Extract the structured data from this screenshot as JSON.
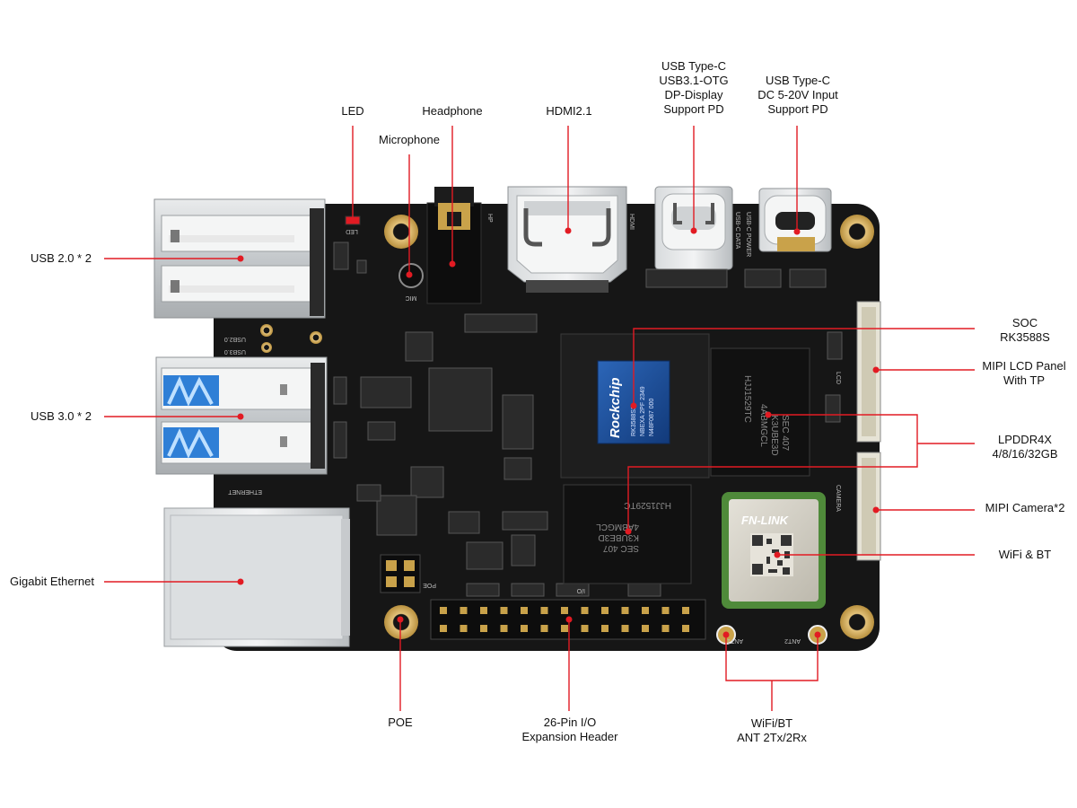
{
  "colors": {
    "board": "#151515",
    "leader": "#e21b23",
    "label_text": "#111111",
    "gold": "#c9a24a",
    "metal": "#cfd2d4",
    "usb3_blue": "#2f7fd6",
    "chip_blue": "#1d4f9c"
  },
  "labels": {
    "led": "LED",
    "headphone": "Headphone",
    "microphone": "Microphone",
    "hdmi": "HDMI2.1",
    "usbc_otg": [
      "USB Type-C",
      "USB3.1-OTG",
      "DP-Display",
      "Support PD"
    ],
    "usbc_power": [
      "USB Type-C",
      "DC 5-20V Input",
      "Support PD"
    ],
    "usb2": "USB 2.0 * 2",
    "usb3": "USB 3.0 * 2",
    "ethernet": "Gigabit Ethernet",
    "soc": [
      "SOC",
      "RK3588S"
    ],
    "mipi_lcd": [
      "MIPI LCD Panel",
      "With TP"
    ],
    "lpddr": [
      "LPDDR4X",
      "4/8/16/32GB"
    ],
    "mipi_camera": "MIPI Camera*2",
    "wifi_bt": "WiFi & BT",
    "poe": "POE",
    "gpio": [
      "26-Pin I/O",
      "Expansion Header"
    ],
    "antenna": [
      "WiFi/BT",
      "ANT 2Tx/2Rx"
    ]
  },
  "board_text": {
    "soc_brand": "Rockchip",
    "soc_part": "RK3588S2",
    "soc_line2": "NBEXA 2PF 2349",
    "soc_line3": "N48F087 000",
    "ram_top_1": "SEC 407",
    "ram_top_2": "K3UBE3D",
    "ram_top_3": "4ABMGCL",
    "ram_top_4": "HJJ1529TC",
    "ram_bottom_1": "HJJ1529TC",
    "ram_bottom_2": "4ABMGCL",
    "ram_bottom_3": "K3UBE3D",
    "ram_bottom_4": "SEC 407",
    "wifi_brand": "FN-LINK",
    "silk_led": "LED",
    "silk_mic": "MIC",
    "silk_hp": "HP",
    "silk_hdmi": "HDMI",
    "silk_usbc_data": "USB-C DATA",
    "silk_usbc_power": "USB-C POWER",
    "silk_lcd": "LCD",
    "silk_camera": "CAMERA",
    "silk_ant1": "ANT1",
    "silk_ant2": "ANT2",
    "silk_poe": "POE",
    "silk_io": "I/O",
    "silk_ethernet": "ETHERNET",
    "silk_usb2": "USB2.0",
    "silk_usb3": "USB3.0"
  }
}
